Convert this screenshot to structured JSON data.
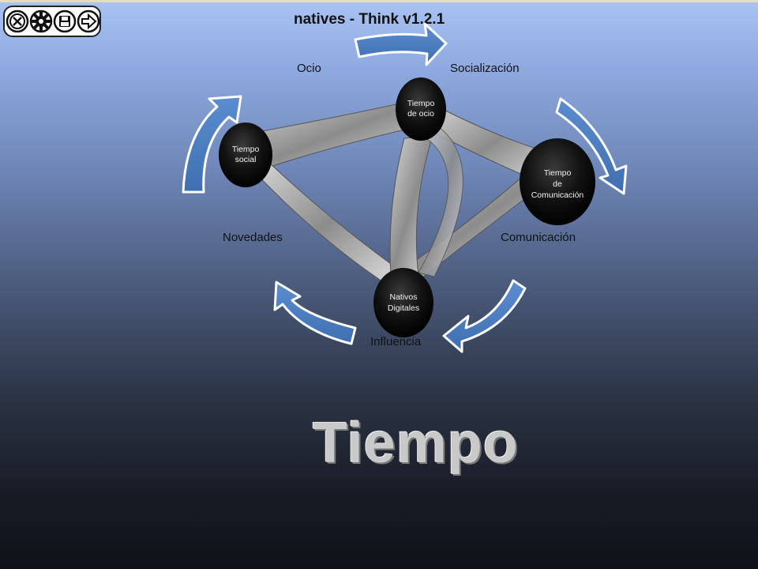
{
  "toolbar": {
    "buttons": [
      {
        "icon": "close-icon"
      },
      {
        "icon": "gear-icon"
      },
      {
        "icon": "save-icon"
      },
      {
        "icon": "arrow-right-icon"
      }
    ]
  },
  "title": "natives - Think v1.2.1",
  "cycle_labels": {
    "ocio": "Ocio",
    "socializacion": "Socialización",
    "comunicacion": "Comunicación",
    "influencia": "Influencia",
    "novedades": "Novedades"
  },
  "nodes": {
    "ocio": [
      "Tiempo",
      "de ocio"
    ],
    "social": [
      "Tiempo",
      "social"
    ],
    "comunicacion": [
      "Tiempo",
      "de",
      "Comunicación"
    ],
    "nativos": [
      "Nativos",
      "Digitales"
    ]
  },
  "heading": "Tiempo",
  "colors": {
    "arrow": "#4d7fc0",
    "node": "#0d0d0d",
    "connector": "#9a9a9a"
  }
}
